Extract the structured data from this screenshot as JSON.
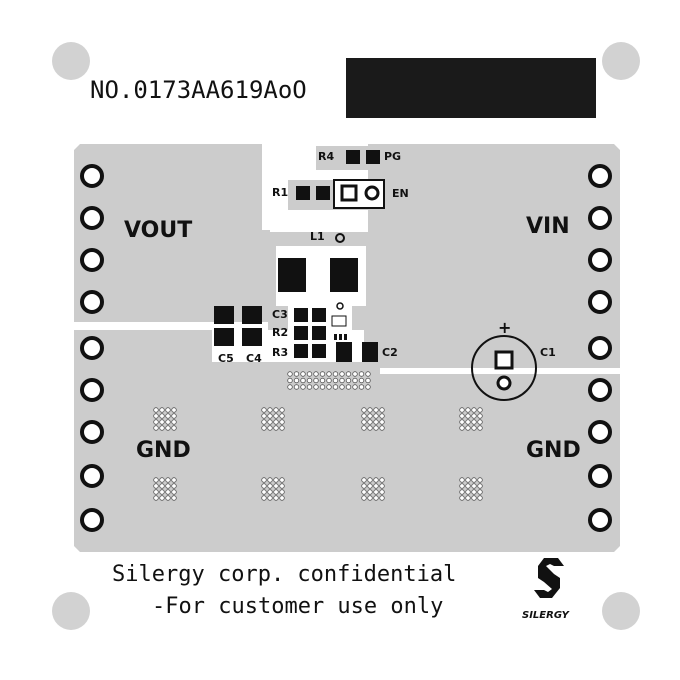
{
  "board": {
    "part_number": "NO.0173AA619AoO",
    "confidential_line1": "Silergy corp. confidential",
    "confidential_line2": "-For customer use only",
    "logo_text": "SILERGY"
  },
  "silkscreen": {
    "vout": "VOUT",
    "vin": "VIN",
    "gnd_left": "GND",
    "gnd_right": "GND",
    "l1": "L1",
    "c1": "C1",
    "c2": "C2",
    "c3": "C3",
    "c4": "C4",
    "c5": "C5",
    "r1": "R1",
    "r2": "R2",
    "r3": "R3",
    "r4": "R4",
    "pg": "PG",
    "en": "EN",
    "plus": "+"
  },
  "colors": {
    "copper": "#cccccc",
    "background": "#ffffff",
    "pad": "#111111",
    "mount_hole": "#d2d2d2"
  }
}
